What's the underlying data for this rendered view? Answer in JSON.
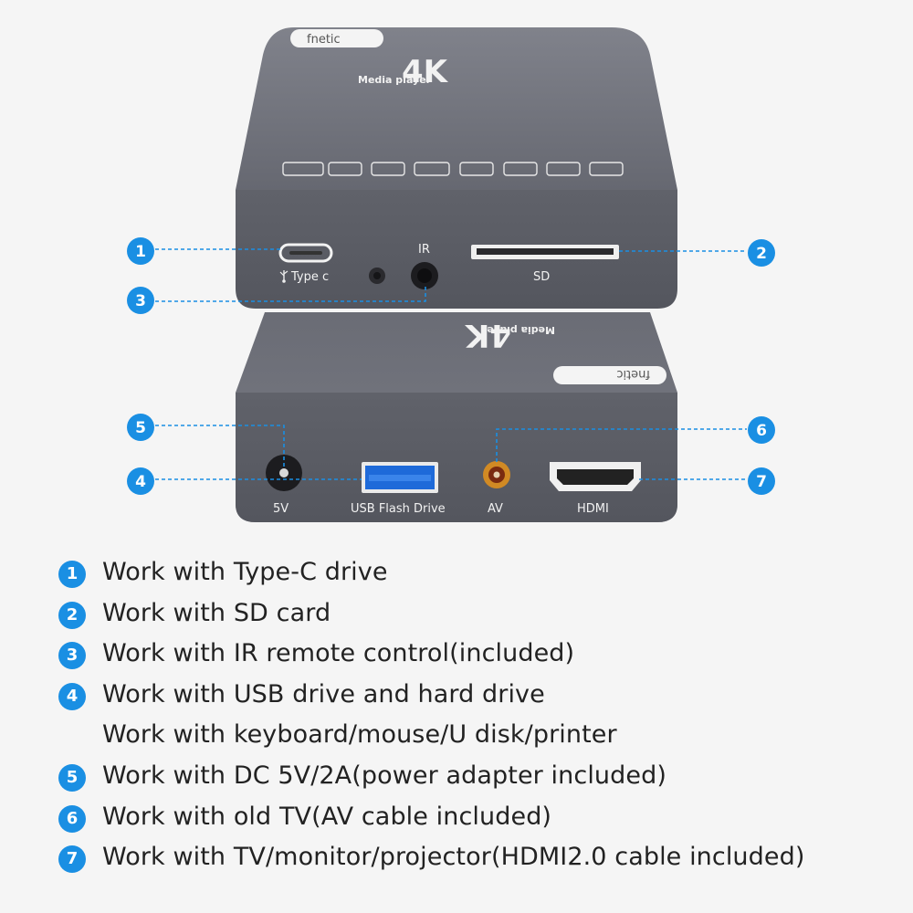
{
  "product": {
    "brand": "fnetic",
    "logo_main": "4K",
    "logo_sub": "Media player",
    "colors": {
      "body": "#6b6d76",
      "face": "#585a62",
      "callout": "#1a8fe3",
      "text_on_body": "#f2f2f2"
    },
    "top_unit": {
      "ports": {
        "typec": "Type c",
        "ir": "IR",
        "sd": "SD"
      },
      "icons": [
        "usb-icon"
      ]
    },
    "bottom_unit": {
      "ports": {
        "power": "5V",
        "usb": "USB Flash Drive",
        "av": "AV",
        "hdmi": "HDMI"
      }
    },
    "callouts": [
      "1",
      "2",
      "3",
      "4",
      "5",
      "6",
      "7"
    ]
  },
  "features": [
    {
      "num": "1",
      "text": "Work with Type-C drive"
    },
    {
      "num": "2",
      "text": "Work with SD card"
    },
    {
      "num": "3",
      "text": "Work with IR remote control(included)"
    },
    {
      "num": "4",
      "text": "Work with USB drive and hard drive"
    },
    {
      "num": "",
      "text": "Work with keyboard/mouse/U disk/printer"
    },
    {
      "num": "5",
      "text": "Work with DC 5V/2A(power adapter included)"
    },
    {
      "num": "6",
      "text": "Work with old TV(AV cable included)"
    },
    {
      "num": "7",
      "text": "Work with TV/monitor/projector(HDMI2.0 cable included)"
    }
  ]
}
